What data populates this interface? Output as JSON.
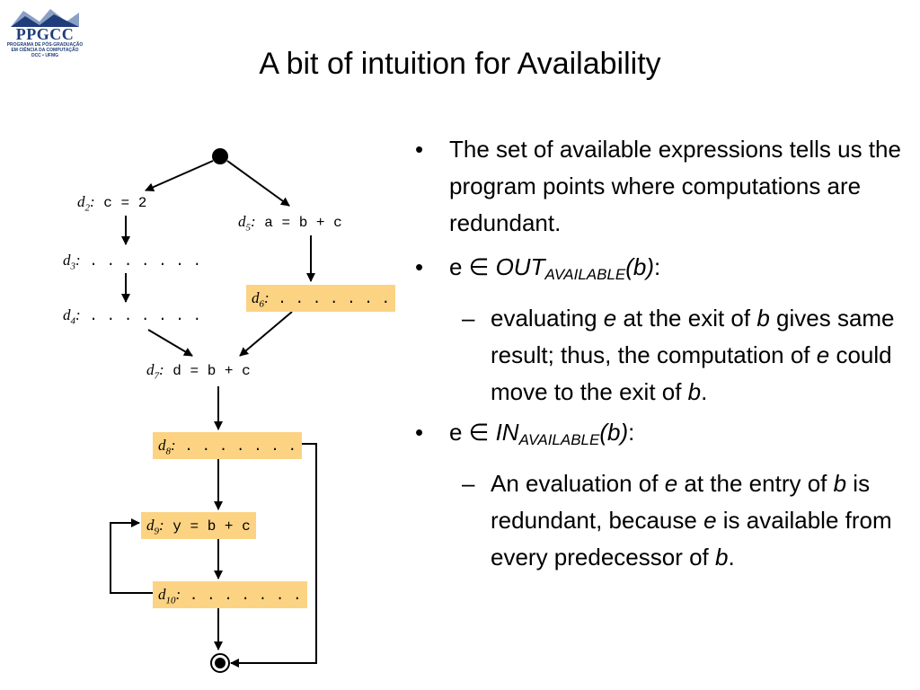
{
  "logo": {
    "name": "PPGCC",
    "line1": "PROGRAMA DE PÓS-GRADUAÇÃO",
    "line2": "EM CIÊNCIA DA COMPUTAÇÃO",
    "line3": "DCC • UFMG"
  },
  "title": "A bit of intuition for Availability",
  "nodes": {
    "d2": {
      "label": "d",
      "sub": "2",
      "code": "c = 2"
    },
    "d3": {
      "label": "d",
      "sub": "3",
      "code": ". . . . . . ."
    },
    "d4": {
      "label": "d",
      "sub": "4",
      "code": ". . . . . . ."
    },
    "d5": {
      "label": "d",
      "sub": "5",
      "code": "a = b + c"
    },
    "d6": {
      "label": "d",
      "sub": "6",
      "code": ". . . . . . ."
    },
    "d7": {
      "label": "d",
      "sub": "7",
      "code": "d = b + c"
    },
    "d8": {
      "label": "d",
      "sub": "8",
      "code": ". . . . . . ."
    },
    "d9": {
      "label": "d",
      "sub": "9",
      "code": "y = b + c"
    },
    "d10": {
      "label": "d",
      "sub": "10",
      "code": ". . . . . . ."
    }
  },
  "colors": {
    "highlight": "#fcd383",
    "logo_blue": "#1f3d7a"
  },
  "bullets": {
    "b1": "The set of available expressions tells us the program points where computations are redundant.",
    "b2": {
      "pre": "e ∈ ",
      "set": "OUT",
      "sub": "AVAILABLE",
      "arg": "(b)",
      "post": ":"
    },
    "b2s": {
      "t1": "evaluating ",
      "e": "e",
      "t2": " at the exit of ",
      "b": "b",
      "t3": " gives same result; thus, the computation of ",
      "e2": "e",
      "t4": " could move to the exit of ",
      "b2": "b",
      "t5": "."
    },
    "b3": {
      "pre": "e ∈ ",
      "set": "IN",
      "sub": "AVAILABLE",
      "arg": "(b)",
      "post": ":"
    },
    "b3s": {
      "t1": "An evaluation of ",
      "e": "e",
      "t2": " at the entry of ",
      "b": "b",
      "t3": " is redundant, because ",
      "e2": "e",
      "t4": " is available from every predecessor of ",
      "b2": "b",
      "t5": "."
    },
    "dash": "–",
    "dot": "•"
  }
}
